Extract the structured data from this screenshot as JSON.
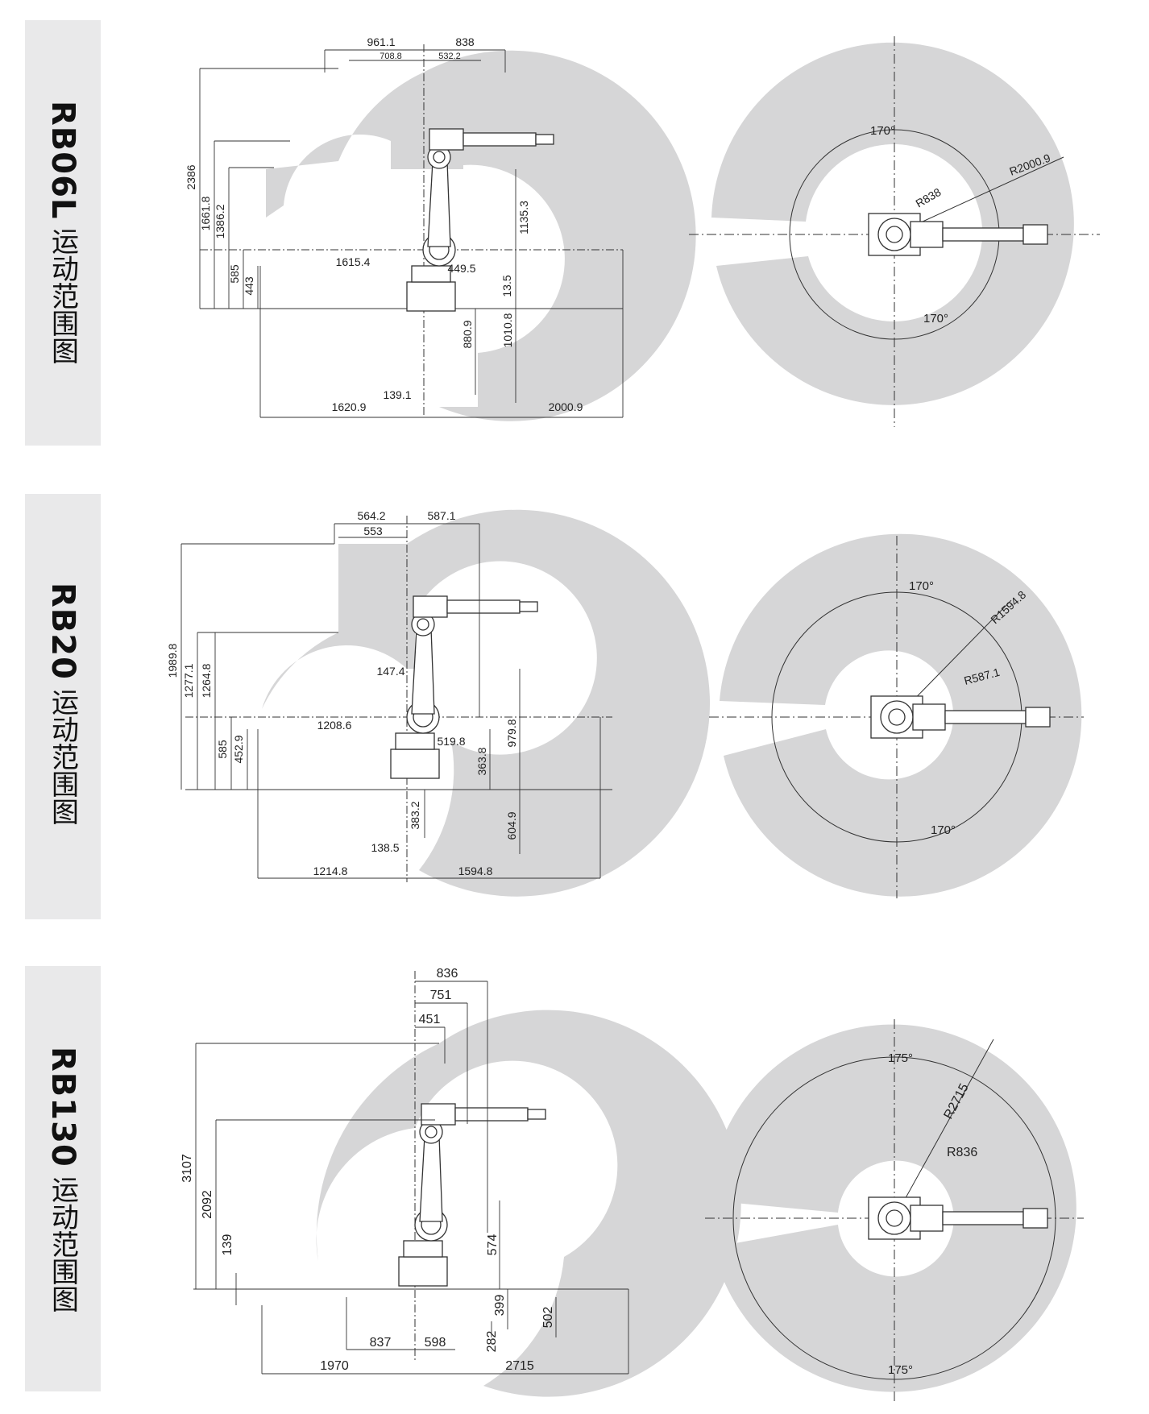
{
  "colors": {
    "panel": "#e9e9ea",
    "envelope": "#d6d6d7",
    "line": "#222222",
    "accent_orange": "#d9673a"
  },
  "sections": [
    {
      "model": "RB06L",
      "subtitle": "运动范围图",
      "side_dims": {
        "top1": "961.1",
        "top2": "838",
        "top3": "708.8",
        "top4": "532.2",
        "v1": "2386",
        "v2": "1661.8",
        "v3": "1386.2",
        "v4": "585",
        "v5": "443",
        "mid_h": "1615.4",
        "arm": "449.5",
        "r1": "1135.3",
        "r2": "13.5",
        "d1": "880.9",
        "d2": "1010.8",
        "b1": "1620.9",
        "b2": "139.1",
        "b3": "2000.9"
      },
      "top_dims": {
        "angle_top": "170°",
        "angle_bottom": "170°",
        "r_outer": "R2000.9",
        "r_inner": "R838"
      }
    },
    {
      "model": "RB20",
      "subtitle": "运动范围图",
      "side_dims": {
        "top1": "564.2",
        "top2": "587.1",
        "top3": "553",
        "v1": "1989.8",
        "v2": "1277.1",
        "v3": "1264.8",
        "v4": "585",
        "v5": "452.9",
        "mid_h": "1208.6",
        "arm": "147.4",
        "arm2": "519.8",
        "r1": "979.8",
        "r2": "363.8",
        "d1": "383.2",
        "d2": "604.9",
        "b1": "1214.8",
        "b2": "138.5",
        "b3": "1594.8"
      },
      "top_dims": {
        "angle_top": "170°",
        "angle_bottom": "170°",
        "r_outer": "R1594.8",
        "r_inner": "R587.1"
      }
    },
    {
      "model": "RB130",
      "subtitle": "运动范围图",
      "side_dims": {
        "top1": "836",
        "top2": "751",
        "top3": "451",
        "v1": "3107",
        "v2": "2092",
        "v3": "139",
        "r1": "574",
        "r2": "399",
        "r3": "502",
        "d1": "282",
        "m1": "837",
        "m2": "598",
        "b1": "1970",
        "b3": "2715"
      },
      "top_dims": {
        "angle_top": "175°",
        "angle_bottom": "175°",
        "r_outer": "R2715",
        "r_inner": "R836"
      }
    }
  ]
}
